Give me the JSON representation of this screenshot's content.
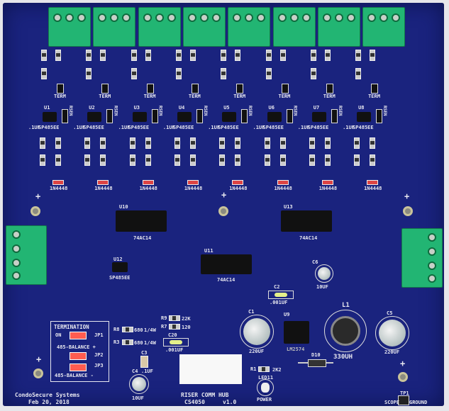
{
  "board": {
    "color": "#1a237e",
    "silk": "#e8e8f0",
    "connector_color": "#22b573"
  },
  "channels": [
    {
      "chip": "U1",
      "part": "SP485EE",
      "diode": "1N4448"
    },
    {
      "chip": "U2",
      "part": "SP485EE",
      "diode": "1N4448"
    },
    {
      "chip": "U3",
      "part": "SP485EE",
      "diode": "1N4448"
    },
    {
      "chip": "U4",
      "part": "SP485EE",
      "diode": "1N4448"
    },
    {
      "chip": "U5",
      "part": "SP485EE",
      "diode": "1N4448"
    },
    {
      "chip": "U6",
      "part": "SP485EE",
      "diode": "1N4448"
    },
    {
      "chip": "U7",
      "part": "SP485EE",
      "diode": "1N4448"
    },
    {
      "chip": "U8",
      "part": "SP485EE",
      "diode": "1N4448"
    }
  ],
  "channel_labels": {
    "term": "TERM",
    "cap": ".1UF",
    "rsen": "RSEN"
  },
  "ics": {
    "u10": {
      "ref": "U10",
      "part": "74AC14"
    },
    "u13": {
      "ref": "U13",
      "part": "74AC14"
    },
    "u11": {
      "ref": "U11",
      "part": "74AC14"
    },
    "u9": {
      "ref": "U9",
      "part": "LM2574"
    },
    "u12": {
      "ref": "U12",
      "part": "SP485EE"
    }
  },
  "power": {
    "c1": {
      "ref": "C1",
      "value": "220UF"
    },
    "l1": {
      "ref": "L1",
      "value": "330UH"
    },
    "c5": {
      "ref": "C5",
      "value": "220UF"
    },
    "c4": {
      "ref": "C4",
      "value": "10UF"
    },
    "c6": {
      "ref": "C6",
      "value": "10UF"
    },
    "c3": {
      "ref": "C3",
      "value": ".1UF"
    },
    "c20": {
      "ref": "C20",
      "value": ".001UF"
    },
    "c2": {
      "ref": "C2",
      "value": ".001UF"
    },
    "d10": "D10",
    "r1": {
      "ref": "R1",
      "value": "2K2"
    },
    "led": {
      "ref": "LED11",
      "label": "POWER"
    }
  },
  "resistors": [
    {
      "ref": "R8",
      "value": "680",
      "rating": "1/4W"
    },
    {
      "ref": "R3",
      "value": "680",
      "rating": "1/4W"
    },
    {
      "ref": "R9",
      "value": "22K"
    },
    {
      "ref": "R7",
      "value": "120"
    }
  ],
  "termination": {
    "title": "TERMINATION",
    "on": "ON",
    "jp1": "JP1",
    "bal_plus": "485-BALANCE +",
    "jp2": "JP2",
    "jp3": "JP3",
    "bal_minus": "485-BALANCE -"
  },
  "footer": {
    "company": "CondoSecure Systems",
    "date": "Feb 20, 2018",
    "title": "RISER COMM HUB",
    "part_number": "CS4050",
    "version": "v1.0"
  },
  "testpoint": {
    "ref": "TP1",
    "scope": "SCOPE",
    "ground": "GROUND"
  },
  "plus": "+",
  "minus": "-"
}
